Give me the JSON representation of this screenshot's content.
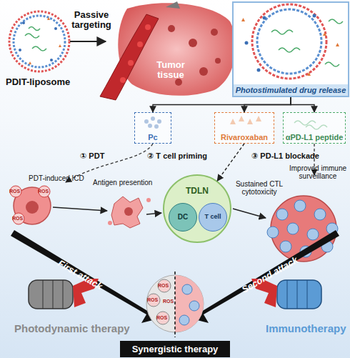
{
  "diagram": {
    "nodes": [
      {
        "text": [
          "Photostimulated drug release"
        ]
      },
      {
        "text": [
          "Pc"
        ]
      },
      {
        "text": [
          "Rivaroxaban"
        ]
      },
      {
        "text": [
          "αPD-L1 peptide"
        ]
      },
      {
        "text": [
          "TDLN"
        ]
      },
      {
        "text": [
          "DC"
        ],
        "in": 4
      },
      {
        "text": [
          "T cell"
        ],
        "in": 4
      },
      {
        "text": [
          "Synergistic therapy"
        ]
      }
    ],
    "edges": [
      {
        "from": 0,
        "to": 1,
        "arrow": "to"
      },
      {
        "from": 0,
        "to": 2,
        "arrow": "to"
      },
      {
        "from": 0,
        "to": 3,
        "arrow": "to"
      },
      {
        "from": 2,
        "to": 4,
        "label": "② T cell priming",
        "arrow": "to"
      }
    ],
    "labels": [
      "Passive targeting",
      "Tumor tissue",
      "PDIT-liposome",
      "① PDT",
      "③ PD-L1 blockade",
      "PDT-induced ICD",
      "Antigen presention",
      "Sustained CTL cytotoxicity",
      "Improved immune surveillance",
      "ROS",
      "ROS",
      "ROS",
      "First attack",
      "Second attack",
      "ROS",
      "ROS",
      "ROS",
      "ROS",
      "Photodynamic therapy",
      "Immunotherapy"
    ]
  }
}
